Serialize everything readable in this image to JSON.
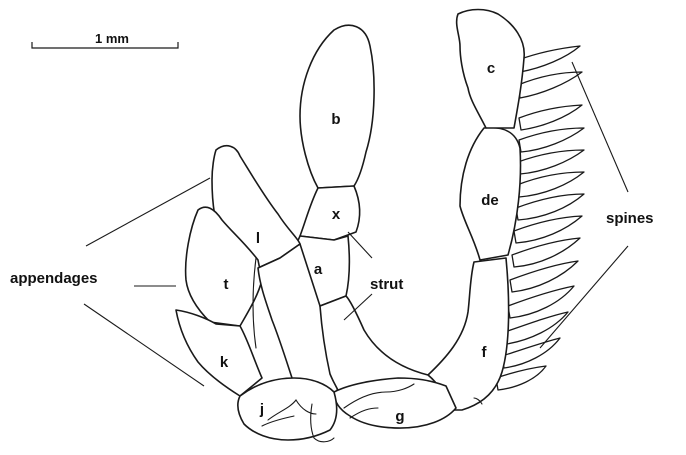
{
  "scale_bar": {
    "label": "1 mm"
  },
  "plates": {
    "a": "a",
    "b": "b",
    "c": "c",
    "de": "de",
    "f": "f",
    "g": "g",
    "j": "j",
    "k": "k",
    "l": "l",
    "t": "t",
    "x": "x"
  },
  "callouts": {
    "appendages": "appendages",
    "strut": "strut",
    "spines": "spines"
  }
}
